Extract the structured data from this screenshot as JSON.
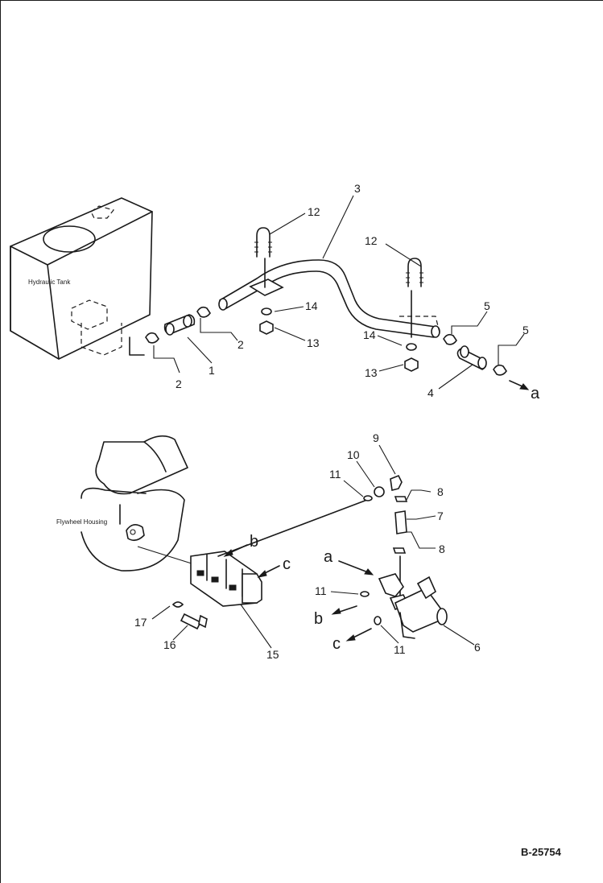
{
  "labels": {
    "hydraulic_tank": "Hydraulic Tank",
    "flywheel_housing": "Flywheel Housing"
  },
  "callouts": {
    "c1": "1",
    "c2a": "2",
    "c2b": "2",
    "c3": "3",
    "c4": "4",
    "c5a": "5",
    "c5b": "5",
    "c6": "6",
    "c7": "7",
    "c8a": "8",
    "c8b": "8",
    "c9": "9",
    "c10": "10",
    "c11a": "11",
    "c11b": "11",
    "c11c": "11",
    "c12a": "12",
    "c12b": "12",
    "c13a": "13",
    "c13b": "13",
    "c14a": "14",
    "c14b": "14",
    "c15": "15",
    "c16": "16",
    "c17": "17"
  },
  "connections": {
    "a_out": "a",
    "a_in": "a",
    "b_pump": "b",
    "b_out": "b",
    "c_pump": "c",
    "c_out": "c"
  },
  "reference": "B-25754"
}
